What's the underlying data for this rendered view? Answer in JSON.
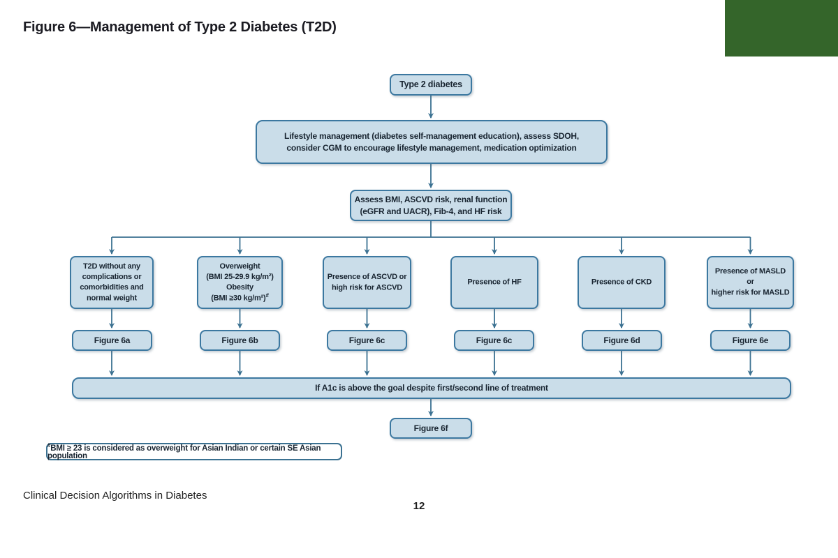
{
  "slide": {
    "title": "Figure 6—Management of Type 2 Diabetes (T2D)",
    "footer": "Clinical Decision Algorithms in Diabetes",
    "page_number": "12"
  },
  "flowchart": {
    "root_label": "Type 2 diabetes",
    "lifestyle_label": "Lifestyle management (diabetes self-management education), assess SDOH,\nconsider CGM to encourage lifestyle management, medication optimization",
    "assess_label": "Assess BMI, ASCVD risk, renal function\n(eGFR and UACR), Fib-4, and HF risk",
    "branches": [
      {
        "label": "T2D without any\ncomplications or\ncomorbidities and\nnormal weight",
        "sup": "",
        "figure_label": "Figure 6a"
      },
      {
        "label": "Overweight\n(BMI 25-29.9 kg/m²)\nObesity\n(BMI ≥30 kg/m²)",
        "sup": "#",
        "figure_label": "Figure 6b"
      },
      {
        "label": "Presence of ASCVD or\nhigh risk for ASCVD",
        "sup": "",
        "figure_label": "Figure 6c"
      },
      {
        "label": "Presence of HF",
        "sup": "",
        "figure_label": "Figure 6c"
      },
      {
        "label": "Presence of CKD",
        "sup": "",
        "figure_label": "Figure 6d"
      },
      {
        "label": "Presence of MASLD or\nhigher risk for MASLD",
        "sup": "",
        "figure_label": "Figure 6e"
      }
    ],
    "a1c_label": "If A1c is above the goal despite first/second line of treatment",
    "final_figure_label": "Figure 6f",
    "footnote_marker": "#",
    "footnote_text": "BMI ≥ 23 is considered as overweight for Asian Indian or certain SE Asian population"
  },
  "colors": {
    "box_fill": "#cadde9",
    "box_border": "#3c78a0",
    "connector": "#3b7191",
    "accent_green": "#34652a"
  }
}
